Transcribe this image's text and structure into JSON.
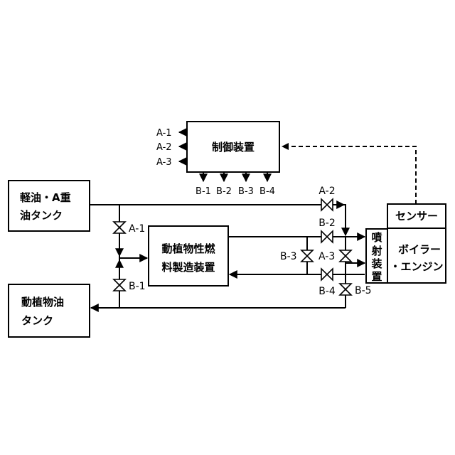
{
  "boxes": {
    "controller": "制御装置",
    "fuel_tank_line1": "軽油・A重",
    "fuel_tank_line2": "油タンク",
    "bio_tank_line1": "動植物油",
    "bio_tank_line2": "タンク",
    "production_line1": "動植物性燃",
    "production_line2": "料製造装置",
    "sensor": "センサー",
    "injector_c1": "噴",
    "injector_c2": "射",
    "injector_c3": "装",
    "injector_c4": "置",
    "boiler_line1": "ボイラー",
    "boiler_line2": "・エンジン"
  },
  "controller_outputs_left": [
    "A-1",
    "A-2",
    "A-3"
  ],
  "controller_outputs_bottom": [
    "B-1",
    "B-2",
    "B-3",
    "B-4"
  ],
  "valves": {
    "A1": "A-1",
    "B1": "B-1",
    "A2": "A-2",
    "B2": "B-2",
    "B3": "B-3",
    "A3": "A-3",
    "B4": "B-4",
    "B5": "B-5"
  }
}
